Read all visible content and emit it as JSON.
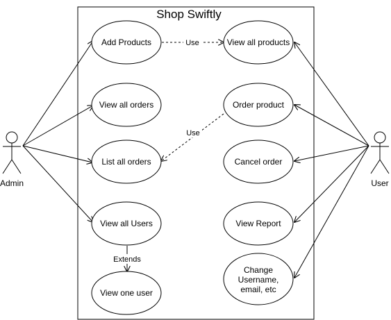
{
  "system": {
    "title": "Shop Swiftly"
  },
  "actors": {
    "admin": {
      "label": "Admin"
    },
    "user": {
      "label": "User"
    }
  },
  "use_cases": {
    "add_products": {
      "label": "Add Products"
    },
    "view_all_products": {
      "label": "View all products"
    },
    "view_all_orders": {
      "label": "View all orders"
    },
    "order_product": {
      "label": "Order product"
    },
    "list_all_orders": {
      "label": "List all orders"
    },
    "cancel_order": {
      "label": "Cancel order"
    },
    "view_all_users": {
      "label": "View all Users"
    },
    "view_report": {
      "label": "View Report"
    },
    "view_one_user": {
      "label": "View one user"
    },
    "change_details": {
      "lines": [
        "Change",
        "Username,",
        "email, etc"
      ]
    }
  },
  "relations": {
    "use_1": {
      "label": "Use"
    },
    "use_2": {
      "label": "Use"
    },
    "extends": {
      "label": "Extends"
    }
  },
  "colors": {
    "stroke": "#000000",
    "background": "#ffffff"
  }
}
